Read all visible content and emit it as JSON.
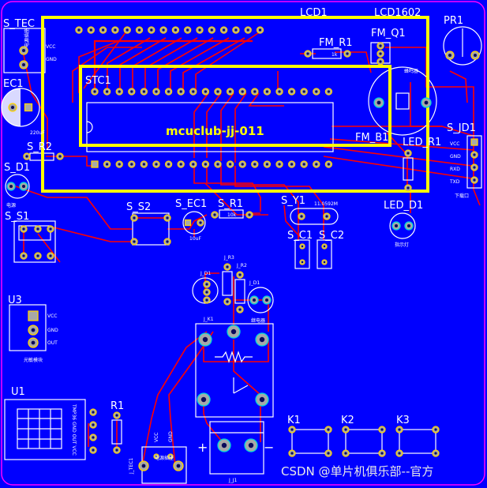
{
  "board": {
    "background": "#0000ff",
    "outline_color": "#ff00ff",
    "trace_color": "#ff0000",
    "silk_color": "#ffffff",
    "lcd_outline_color": "#ffff00"
  },
  "labels": {
    "s_tec": "S_TEC",
    "s_tec_vcc": "VCC",
    "s_tec_gnd": "GND",
    "s_tec_part": "电源插座",
    "ec1": "EC1",
    "ec1_value": "220uF",
    "s_r2": "S_R2",
    "s_d1": "S_D1",
    "s_d1_caption": "电源",
    "s_s1": "S_S1",
    "u3": "U3",
    "u3_pin_vcc": "VCC",
    "u3_pin_gnd": "GND",
    "u3_pin_out": "OUT",
    "u3_caption": "光敏模块",
    "u1": "U1",
    "u1_part": "TMP36 GND OUT VCC",
    "r1": "R1",
    "j_tec1": "J_TEC1",
    "j_tec1_vcc": "VCC",
    "j_tec1_gnd": "GND",
    "j_tec1_caption": "电源插座",
    "lcd1": "LCD1",
    "lcd1602": "LCD1602",
    "stc1": "STC1",
    "silk_main": "mcuclub-jj-011",
    "fm_r1": "FM_R1",
    "fm_r1_value": "1k",
    "fm_q1": "FM_Q1",
    "fm_b1": "FM_B1",
    "buzzer_caption": "蜂鸣器",
    "pr1": "PR1",
    "s_jd1": "S_JD1",
    "jd_vcc": "VCC",
    "jd_gnd": "GND",
    "jd_rxd": "RXD",
    "jd_txd": "TXD",
    "jd_caption": "下载口",
    "led_r1": "LED_R1",
    "s_s2": "S_S2",
    "s_ec1": "S_EC1",
    "s_ec1_value": "10uF",
    "s_r1": "S_R1",
    "s_r1_value": "10k",
    "s_y1": "S_Y1",
    "s_y1_value": "11.0592M",
    "s_c1": "S_C1",
    "s_c2": "S_C2",
    "led_d1": "LED_D1",
    "led_d1_caption": "指示灯",
    "j_r3": "J_R3",
    "j_r2": "J_R2",
    "j_d1": "J_D1",
    "j_d1b": "J_D1",
    "j_k1": "J_K1",
    "j_k1_part": "继电器",
    "j_j1": "J_J1",
    "plus": "+",
    "minus": "−",
    "k1": "K1",
    "k2": "K2",
    "k3": "K3",
    "watermark": "CSDN @单片机俱乐部--官方"
  }
}
